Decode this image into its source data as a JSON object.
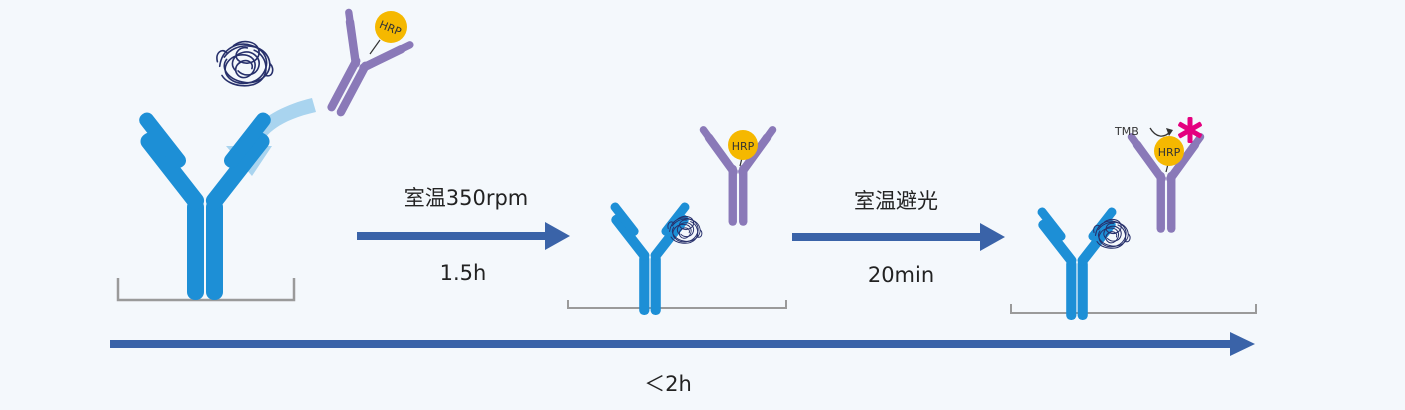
{
  "labels": {
    "hrp": "HRP",
    "tmb": "TMB",
    "step1_condition": "室温350rpm",
    "step1_time": "1.5h",
    "step2_condition": "室温避光",
    "step2_time": "20min",
    "total_time": "＜2h"
  },
  "colors": {
    "capture_antibody": "#1d8fd6",
    "detection_antibody": "#8a79b8",
    "hrp_label": "#f5b800",
    "antigen": "#27306b",
    "flow_arrow": "#3a63a8",
    "curved_arrow": "#a9d4ef",
    "plate": "#9a9a9a",
    "signal_star": "#e4007f",
    "text": "#222222"
  },
  "icons": {
    "antigen": "tangled-protein-icon",
    "signal": "asterisk-icon"
  }
}
